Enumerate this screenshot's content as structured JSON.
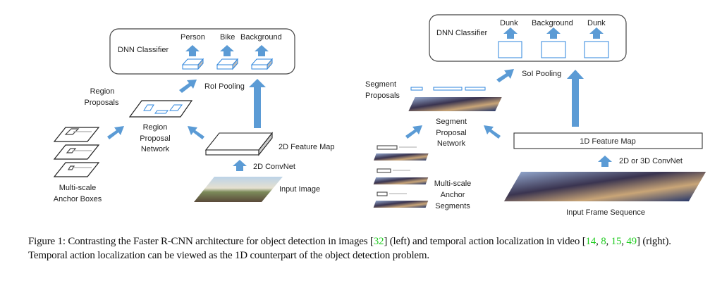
{
  "left_panel": {
    "classifier": {
      "title": "DNN Classifier",
      "outputs": [
        "Person",
        "Bike",
        "Background"
      ]
    },
    "pooling_label": "RoI Pooling",
    "region_proposals_label": [
      "Region",
      "Proposals"
    ],
    "rpn_label": [
      "Region",
      "Proposal",
      "Network"
    ],
    "feature_map_label": "2D Feature Map",
    "convnet_label": "2D ConvNet",
    "input_label": "Input Image",
    "anchor_label": [
      "Multi-scale",
      "Anchor Boxes"
    ]
  },
  "right_panel": {
    "classifier": {
      "title": "DNN Classifier",
      "outputs": [
        "Dunk",
        "Background",
        "Dunk"
      ]
    },
    "pooling_label": "SoI Pooling",
    "segment_proposals_label": [
      "Segment",
      "Proposals"
    ],
    "spn_label": [
      "Segment",
      "Proposal",
      "Network"
    ],
    "feature_map_label": "1D Feature Map",
    "convnet_label": "2D or 3D ConvNet",
    "input_label": "Input Frame Sequence",
    "anchor_label": [
      "Multi-scale",
      "Anchor",
      "Segments"
    ]
  },
  "colors": {
    "arrow": "#5b9bd5",
    "box_outline": "#333333",
    "proposal": "#2e86de",
    "citation": "#22cc22"
  },
  "caption": {
    "prefix": "Figure 1:",
    "part1": " Contrasting the Faster R-CNN architecture for object detection in images [",
    "ref1": "32",
    "part2": "] (left) and temporal action localization in video [",
    "ref2": "14",
    "sep1": ", ",
    "ref3": "8",
    "sep2": ", ",
    "ref4": "15",
    "sep3": ", ",
    "ref5": "49",
    "part3": "] (right). Temporal action localization can be viewed as the 1D counterpart of the object detection problem."
  }
}
